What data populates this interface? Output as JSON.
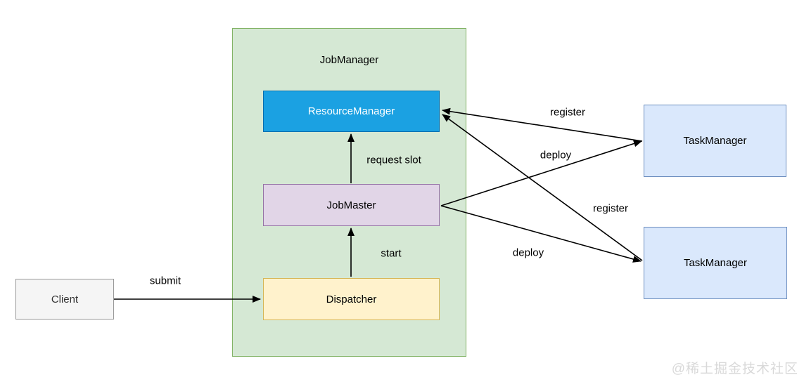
{
  "diagram": {
    "group": {
      "label": "JobManager",
      "fill": "#d5e8d4",
      "border": "#82b366"
    },
    "nodes": [
      {
        "id": "client",
        "label": "Client",
        "fill": "#f5f5f5",
        "border": "#999999",
        "text": "#333333"
      },
      {
        "id": "resource-manager",
        "label": "ResourceManager",
        "fill": "#1ba1e2",
        "border": "#006eaf",
        "text": "#ffffff"
      },
      {
        "id": "job-master",
        "label": "JobMaster",
        "fill": "#e1d5e7",
        "border": "#9673a6",
        "text": "#000000"
      },
      {
        "id": "dispatcher",
        "label": "Dispatcher",
        "fill": "#fff2cc",
        "border": "#d6b656",
        "text": "#000000"
      },
      {
        "id": "task-manager-1",
        "label": "TaskManager",
        "fill": "#dae8fc",
        "border": "#6c8ebf",
        "text": "#000000"
      },
      {
        "id": "task-manager-2",
        "label": "TaskManager",
        "fill": "#dae8fc",
        "border": "#6c8ebf",
        "text": "#000000"
      }
    ],
    "edges": [
      {
        "from": "client",
        "to": "dispatcher",
        "label": "submit"
      },
      {
        "from": "dispatcher",
        "to": "job-master",
        "label": "start"
      },
      {
        "from": "job-master",
        "to": "resource-manager",
        "label": "request slot"
      },
      {
        "from": "task-manager-1",
        "to": "resource-manager",
        "label": "register"
      },
      {
        "from": "job-master",
        "to": "task-manager-1",
        "label": "deploy"
      },
      {
        "from": "task-manager-2",
        "to": "resource-manager",
        "label": "register"
      },
      {
        "from": "job-master",
        "to": "task-manager-2",
        "label": "deploy"
      }
    ],
    "arrow_color": "#000000"
  },
  "watermark": {
    "text": "@稀土掘金技术社区",
    "color": "#d9d9d9"
  }
}
